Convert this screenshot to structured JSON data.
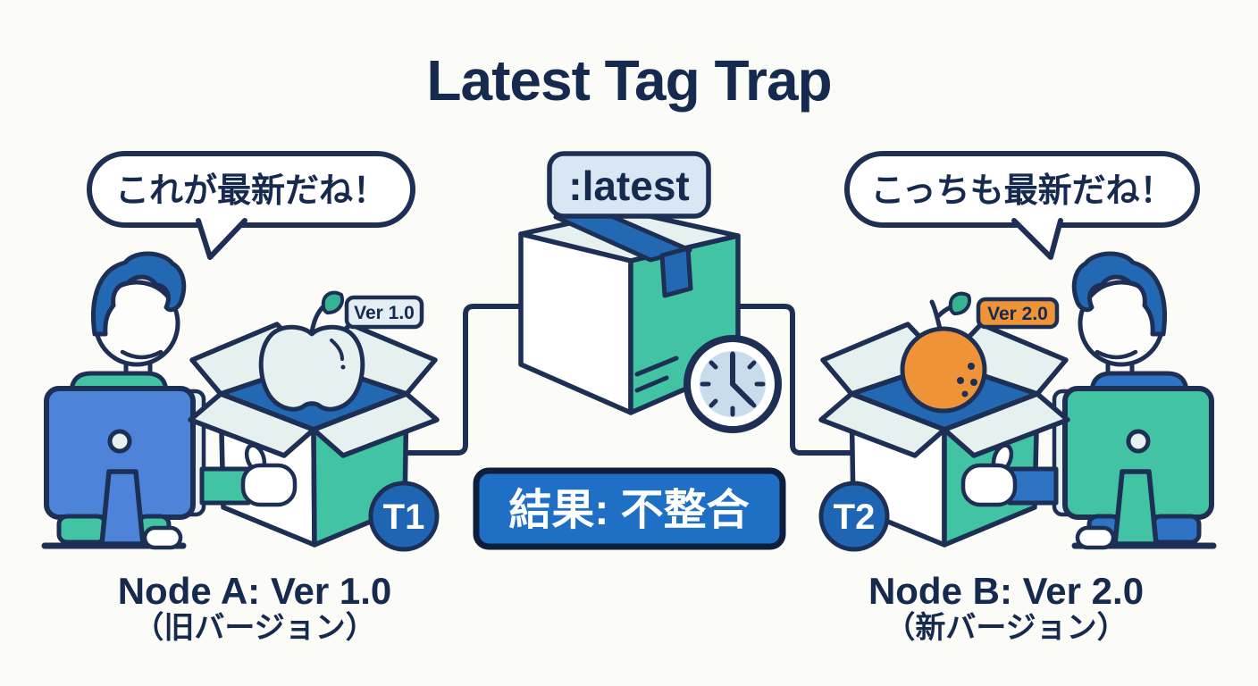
{
  "title": "Latest Tag Trap",
  "palette": {
    "background": "#fbfbf8",
    "navy_outline": "#1d2f54",
    "text_navy": "#16294e",
    "blue": "#2268b2",
    "monitor_blue": "#4d84da",
    "shirt_blue": "#2e73c4",
    "teal": "#41c3a4",
    "light_flap": "#e6f1ef",
    "pale_blue_tag": "#d8e7f3",
    "clock_face": "#c8dcec",
    "orange": "#ef9338",
    "result_blue": "#1f6fc4",
    "badge_blue": "#1e66b4"
  },
  "center": {
    "tag_label": ":latest",
    "package_icon": "package-box-icon",
    "clock_icon": "clock-icon",
    "result_label": "結果: 不整合"
  },
  "node_a": {
    "bubble_text": "これが最新だね！",
    "fruit_icon": "apple-icon",
    "version_tag": "Ver 1.0",
    "time_badge": "T1",
    "label_line1": "Node A: Ver 1.0",
    "label_line2": "（旧バージョン）"
  },
  "node_b": {
    "bubble_text": "こっちも最新だね！",
    "fruit_icon": "orange-icon",
    "version_tag": "Ver 2.0",
    "time_badge": "T2",
    "label_line1": "Node B: Ver 2.0",
    "label_line2": "（新バージョン）"
  }
}
